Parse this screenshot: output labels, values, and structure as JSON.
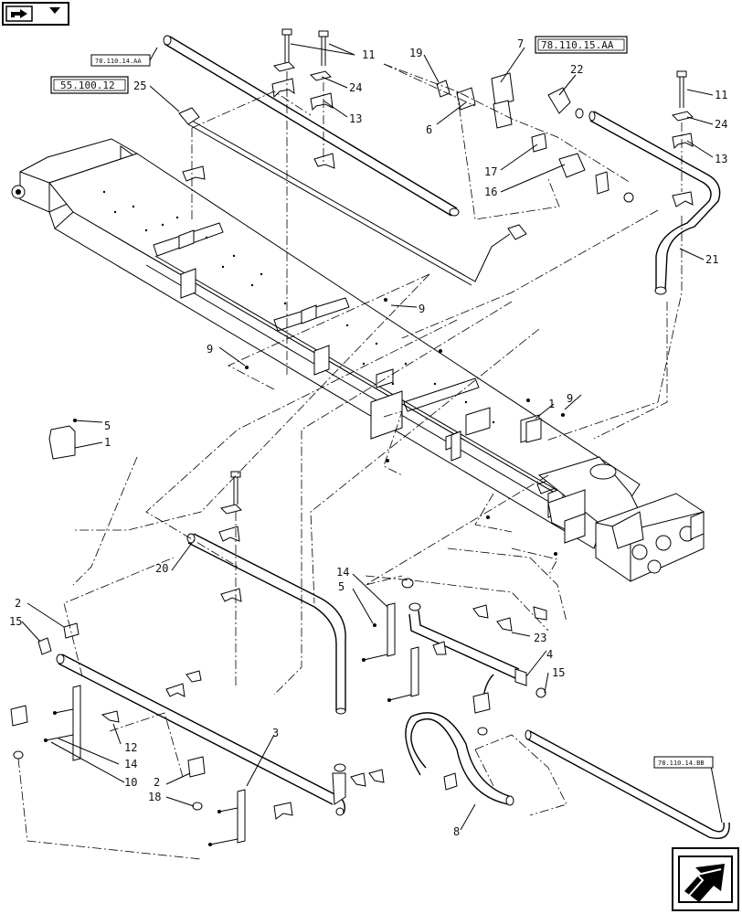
{
  "ref_boxes": [
    {
      "id": "r1",
      "text": "78.110.14.AA"
    },
    {
      "id": "r2",
      "text": "55.100.12"
    },
    {
      "id": "r3",
      "text": "78.110.15.AA"
    },
    {
      "id": "r4",
      "text": "78.110.14.BB"
    }
  ],
  "callouts": [
    {
      "id": "c1",
      "text": "11"
    },
    {
      "id": "c2",
      "text": "11"
    },
    {
      "id": "c3",
      "text": "24"
    },
    {
      "id": "c4",
      "text": "13"
    },
    {
      "id": "c5",
      "text": "19"
    },
    {
      "id": "c6",
      "text": "7"
    },
    {
      "id": "c7",
      "text": "6"
    },
    {
      "id": "c8",
      "text": "22"
    },
    {
      "id": "c9",
      "text": "11"
    },
    {
      "id": "c10",
      "text": "24"
    },
    {
      "id": "c11",
      "text": "13"
    },
    {
      "id": "c12",
      "text": "17"
    },
    {
      "id": "c13",
      "text": "16"
    },
    {
      "id": "c14",
      "text": "25"
    },
    {
      "id": "c15",
      "text": "21"
    },
    {
      "id": "c16",
      "text": "9"
    },
    {
      "id": "c17",
      "text": "9"
    },
    {
      "id": "c18",
      "text": "9"
    },
    {
      "id": "c19",
      "text": "5"
    },
    {
      "id": "c20",
      "text": "1"
    },
    {
      "id": "c21",
      "text": "1"
    },
    {
      "id": "c22",
      "text": "20"
    },
    {
      "id": "c23",
      "text": "14"
    },
    {
      "id": "c24",
      "text": "5"
    },
    {
      "id": "c25",
      "text": "2"
    },
    {
      "id": "c26",
      "text": "15"
    },
    {
      "id": "c27",
      "text": "23"
    },
    {
      "id": "c28",
      "text": "4"
    },
    {
      "id": "c29",
      "text": "15"
    },
    {
      "id": "c30",
      "text": "3"
    },
    {
      "id": "c31",
      "text": "12"
    },
    {
      "id": "c32",
      "text": "14"
    },
    {
      "id": "c33",
      "text": "10"
    },
    {
      "id": "c34",
      "text": "2"
    },
    {
      "id": "c35",
      "text": "18"
    },
    {
      "id": "c36",
      "text": "8"
    }
  ],
  "icons": {
    "top_nav": "previous-page-arrow-icon",
    "bottom_nav": "next-page-arrow-icon"
  }
}
